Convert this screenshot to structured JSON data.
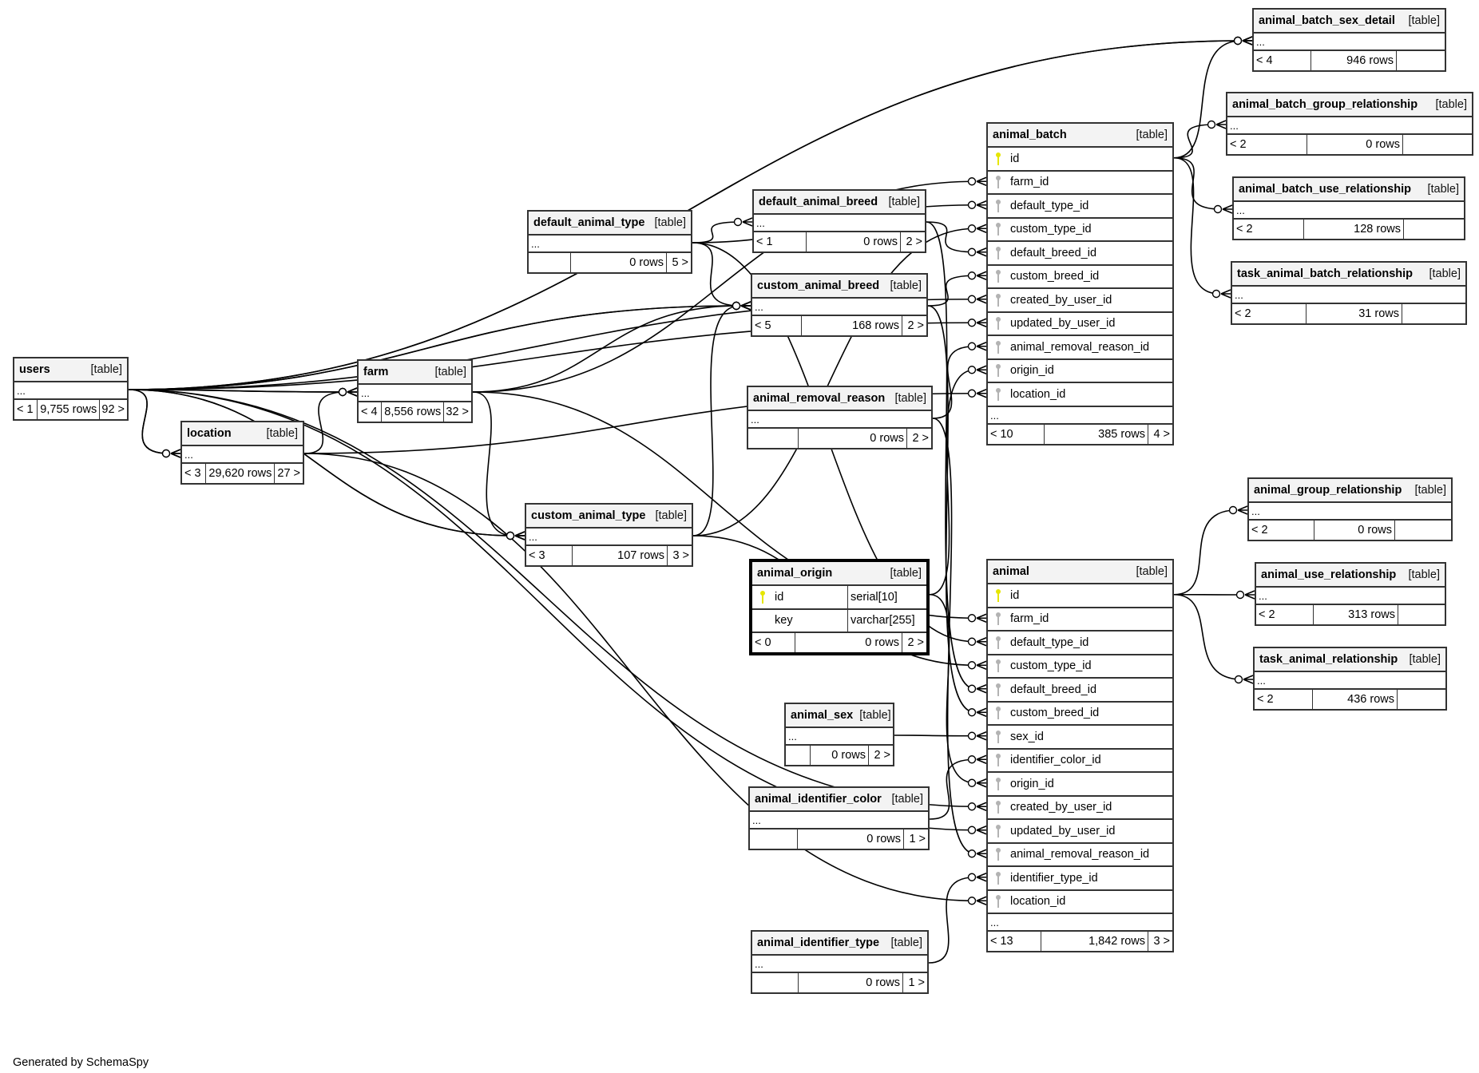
{
  "diagram": {
    "footer": "Generated by SchemaSpy",
    "colors": {
      "pk_key": "#e6e600",
      "fk_key": "#b3b3b3",
      "header_bg": "#f3f3f3",
      "border": "#333333"
    },
    "tables": [
      {
        "id": "users",
        "name": "users",
        "kind": "[table]",
        "ellipsis": "...",
        "parents": "< 1",
        "rows": "9,755 rows",
        "children": "92 >"
      },
      {
        "id": "location",
        "name": "location",
        "kind": "[table]",
        "ellipsis": "...",
        "parents": "< 3",
        "rows": "29,620 rows",
        "children": "27 >"
      },
      {
        "id": "farm",
        "name": "farm",
        "kind": "[table]",
        "ellipsis": "...",
        "parents": "< 4",
        "rows": "8,556 rows",
        "children": "32 >"
      },
      {
        "id": "default_animal_type",
        "name": "default_animal_type",
        "kind": "[table]",
        "ellipsis": "...",
        "parents": "",
        "rows": "0 rows",
        "children": "5 >"
      },
      {
        "id": "default_animal_breed",
        "name": "default_animal_breed",
        "kind": "[table]",
        "ellipsis": "...",
        "parents": "< 1",
        "rows": "0 rows",
        "children": "2 >"
      },
      {
        "id": "custom_animal_breed",
        "name": "custom_animal_breed",
        "kind": "[table]",
        "ellipsis": "...",
        "parents": "< 5",
        "rows": "168 rows",
        "children": "2 >"
      },
      {
        "id": "animal_removal_reason",
        "name": "animal_removal_reason",
        "kind": "[table]",
        "ellipsis": "...",
        "parents": "",
        "rows": "0 rows",
        "children": "2 >"
      },
      {
        "id": "custom_animal_type",
        "name": "custom_animal_type",
        "kind": "[table]",
        "ellipsis": "...",
        "parents": "< 3",
        "rows": "107 rows",
        "children": "3 >"
      },
      {
        "id": "animal_origin",
        "name": "animal_origin",
        "kind": "[table]",
        "focus": true,
        "columns": [
          {
            "name": "id",
            "type": "serial[10]",
            "key": "pk"
          },
          {
            "name": "key",
            "type": "varchar[255]",
            "key": ""
          }
        ],
        "parents": "< 0",
        "rows": "0 rows",
        "children": "2 >"
      },
      {
        "id": "animal_sex",
        "name": "animal_sex",
        "kind": "[table]",
        "ellipsis": "...",
        "parents": "",
        "rows": "0 rows",
        "children": "2 >"
      },
      {
        "id": "animal_identifier_color",
        "name": "animal_identifier_color",
        "kind": "[table]",
        "ellipsis": "...",
        "parents": "",
        "rows": "0 rows",
        "children": "1 >"
      },
      {
        "id": "animal_identifier_type",
        "name": "animal_identifier_type",
        "kind": "[table]",
        "ellipsis": "...",
        "parents": "",
        "rows": "0 rows",
        "children": "1 >"
      },
      {
        "id": "animal_batch",
        "name": "animal_batch",
        "kind": "[table]",
        "columns": [
          {
            "name": "id",
            "key": "pk"
          },
          {
            "name": "farm_id",
            "key": "fk"
          },
          {
            "name": "default_type_id",
            "key": "fk"
          },
          {
            "name": "custom_type_id",
            "key": "fk"
          },
          {
            "name": "default_breed_id",
            "key": "fk"
          },
          {
            "name": "custom_breed_id",
            "key": "fk"
          },
          {
            "name": "created_by_user_id",
            "key": "fk"
          },
          {
            "name": "updated_by_user_id",
            "key": "fk"
          },
          {
            "name": "animal_removal_reason_id",
            "key": "fk"
          },
          {
            "name": "origin_id",
            "key": "fk"
          },
          {
            "name": "location_id",
            "key": "fk"
          }
        ],
        "ellipsis": "...",
        "parents": "< 10",
        "rows": "385 rows",
        "children": "4 >"
      },
      {
        "id": "animal",
        "name": "animal",
        "kind": "[table]",
        "columns": [
          {
            "name": "id",
            "key": "pk"
          },
          {
            "name": "farm_id",
            "key": "fk"
          },
          {
            "name": "default_type_id",
            "key": "fk"
          },
          {
            "name": "custom_type_id",
            "key": "fk"
          },
          {
            "name": "default_breed_id",
            "key": "fk"
          },
          {
            "name": "custom_breed_id",
            "key": "fk"
          },
          {
            "name": "sex_id",
            "key": "fk"
          },
          {
            "name": "identifier_color_id",
            "key": "fk"
          },
          {
            "name": "origin_id",
            "key": "fk"
          },
          {
            "name": "created_by_user_id",
            "key": "fk"
          },
          {
            "name": "updated_by_user_id",
            "key": "fk"
          },
          {
            "name": "animal_removal_reason_id",
            "key": "fk"
          },
          {
            "name": "identifier_type_id",
            "key": "fk"
          },
          {
            "name": "location_id",
            "key": "fk"
          }
        ],
        "ellipsis": "...",
        "parents": "< 13",
        "rows": "1,842 rows",
        "children": "3 >"
      },
      {
        "id": "animal_batch_sex_detail",
        "name": "animal_batch_sex_detail",
        "kind": "[table]",
        "ellipsis": "...",
        "parents": "< 4",
        "rows": "946 rows",
        "children": ""
      },
      {
        "id": "animal_batch_group_relationship",
        "name": "animal_batch_group_relationship",
        "kind": "[table]",
        "ellipsis": "...",
        "parents": "< 2",
        "rows": "0 rows",
        "children": ""
      },
      {
        "id": "animal_batch_use_relationship",
        "name": "animal_batch_use_relationship",
        "kind": "[table]",
        "ellipsis": "...",
        "parents": "< 2",
        "rows": "128 rows",
        "children": ""
      },
      {
        "id": "task_animal_batch_relationship",
        "name": "task_animal_batch_relationship",
        "kind": "[table]",
        "ellipsis": "...",
        "parents": "< 2",
        "rows": "31 rows",
        "children": ""
      },
      {
        "id": "animal_group_relationship",
        "name": "animal_group_relationship",
        "kind": "[table]",
        "ellipsis": "...",
        "parents": "< 2",
        "rows": "0 rows",
        "children": ""
      },
      {
        "id": "animal_use_relationship",
        "name": "animal_use_relationship",
        "kind": "[table]",
        "ellipsis": "...",
        "parents": "< 2",
        "rows": "313 rows",
        "children": ""
      },
      {
        "id": "task_animal_relationship",
        "name": "task_animal_relationship",
        "kind": "[table]",
        "ellipsis": "...",
        "parents": "< 2",
        "rows": "436 rows",
        "children": ""
      }
    ],
    "relationships": [
      {
        "from": "users",
        "to": "animal_batch_sex_detail"
      },
      {
        "from": "users",
        "to": "animal_batch_sex_detail"
      },
      {
        "from": "users",
        "to": "farm"
      },
      {
        "from": "users",
        "to": "farm"
      },
      {
        "from": "users",
        "to": "location"
      },
      {
        "from": "users",
        "to": "location"
      },
      {
        "from": "users",
        "to": "custom_animal_breed"
      },
      {
        "from": "users",
        "to": "custom_animal_breed"
      },
      {
        "from": "users",
        "to": "custom_animal_type"
      },
      {
        "from": "users",
        "to": "custom_animal_type"
      },
      {
        "from": "users",
        "to": "animal_batch.created_by_user_id"
      },
      {
        "from": "users",
        "to": "animal_batch.updated_by_user_id"
      },
      {
        "from": "users",
        "to": "animal.created_by_user_id"
      },
      {
        "from": "users",
        "to": "animal.updated_by_user_id"
      },
      {
        "from": "location",
        "to": "farm"
      },
      {
        "from": "location",
        "to": "animal_batch.location_id"
      },
      {
        "from": "location",
        "to": "animal.location_id"
      },
      {
        "from": "farm",
        "to": "custom_animal_type"
      },
      {
        "from": "farm",
        "to": "custom_animal_breed"
      },
      {
        "from": "farm",
        "to": "animal_batch.farm_id"
      },
      {
        "from": "farm",
        "to": "animal.farm_id"
      },
      {
        "from": "default_animal_type",
        "to": "default_animal_breed"
      },
      {
        "from": "default_animal_type",
        "to": "custom_animal_breed"
      },
      {
        "from": "default_animal_type",
        "to": "animal_batch.default_type_id"
      },
      {
        "from": "default_animal_type",
        "to": "animal.default_type_id"
      },
      {
        "from": "default_animal_breed",
        "to": "animal_batch.default_breed_id"
      },
      {
        "from": "default_animal_breed",
        "to": "animal.default_breed_id"
      },
      {
        "from": "custom_animal_breed",
        "to": "animal_batch.custom_breed_id"
      },
      {
        "from": "custom_animal_breed",
        "to": "animal.custom_breed_id"
      },
      {
        "from": "animal_removal_reason",
        "to": "animal_batch.animal_removal_reason_id"
      },
      {
        "from": "animal_removal_reason",
        "to": "animal.animal_removal_reason_id"
      },
      {
        "from": "custom_animal_type",
        "to": "custom_animal_breed"
      },
      {
        "from": "custom_animal_type",
        "to": "animal_batch.custom_type_id"
      },
      {
        "from": "custom_animal_type",
        "to": "animal.custom_type_id"
      },
      {
        "from": "animal_origin",
        "to": "animal_batch.origin_id"
      },
      {
        "from": "animal_origin",
        "to": "animal.origin_id"
      },
      {
        "from": "animal_sex",
        "to": "animal.sex_id"
      },
      {
        "from": "animal_identifier_color",
        "to": "animal.identifier_color_id"
      },
      {
        "from": "animal_identifier_type",
        "to": "animal.identifier_type_id"
      },
      {
        "from": "animal_batch",
        "to": "animal_batch_sex_detail"
      },
      {
        "from": "animal_batch",
        "to": "animal_batch_group_relationship"
      },
      {
        "from": "animal_batch",
        "to": "animal_batch_use_relationship"
      },
      {
        "from": "animal_batch",
        "to": "task_animal_batch_relationship"
      },
      {
        "from": "animal",
        "to": "animal_group_relationship"
      },
      {
        "from": "animal",
        "to": "animal_use_relationship"
      },
      {
        "from": "animal",
        "to": "task_animal_relationship"
      }
    ]
  }
}
